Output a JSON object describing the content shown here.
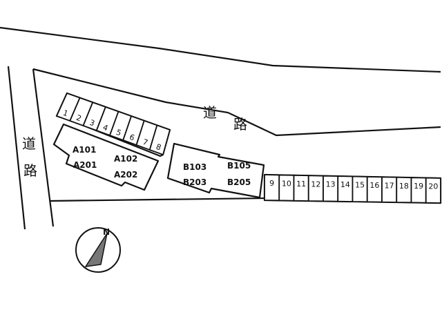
{
  "roads": {
    "top_label": [
      "道",
      "路"
    ],
    "left_label": [
      "道",
      "路"
    ]
  },
  "building_a": {
    "units": [
      "A101",
      "A102",
      "A201",
      "A202"
    ]
  },
  "building_b": {
    "units": [
      "B103",
      "B105",
      "B203",
      "B205"
    ]
  },
  "parking": {
    "spaces_upper_left": [
      "1",
      "2",
      "3",
      "4",
      "5",
      "6",
      "7",
      "8"
    ],
    "spaces_right": [
      "9",
      "10",
      "11",
      "12",
      "13",
      "14",
      "15",
      "16",
      "17",
      "18",
      "19",
      "20"
    ]
  },
  "compass": {
    "letter": "N"
  }
}
